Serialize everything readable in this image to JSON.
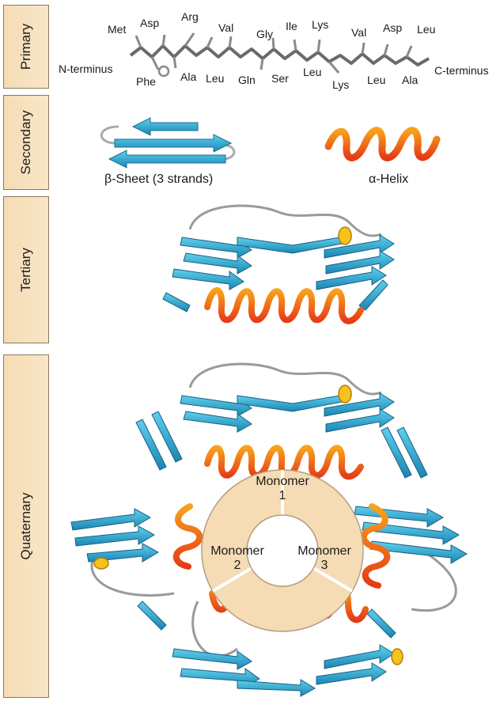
{
  "panels": {
    "primary": "Primary",
    "secondary": "Secondary",
    "tertiary": "Tertiary",
    "quaternary": "Quaternary"
  },
  "primary": {
    "n_terminus": "N-terminus",
    "c_terminus": "C-terminus",
    "residues_top": [
      "Met",
      "Asp",
      "Arg",
      "Val",
      "Gly",
      "Ile",
      "Lys",
      "Val",
      "Asp",
      "Leu"
    ],
    "residues_bottom": [
      "Phe",
      "Ala",
      "Leu",
      "Gln",
      "Ser",
      "Leu",
      "Lys",
      "Leu",
      "Ala"
    ]
  },
  "secondary": {
    "sheet_label": "β-Sheet (3 strands)",
    "helix_label": "α-Helix"
  },
  "quaternary": {
    "monomer1": [
      "Monomer",
      "1"
    ],
    "monomer2": [
      "Monomer",
      "2"
    ],
    "monomer3": [
      "Monomer",
      "3"
    ]
  },
  "colors": {
    "panel_fill": "#f7e1bd",
    "strand": "#2aa9cf",
    "helix": "#e8461a",
    "helix_highlight": "#f4b41a",
    "loop": "#9a9a9a",
    "monomer_fill": "#f5dcb4"
  }
}
